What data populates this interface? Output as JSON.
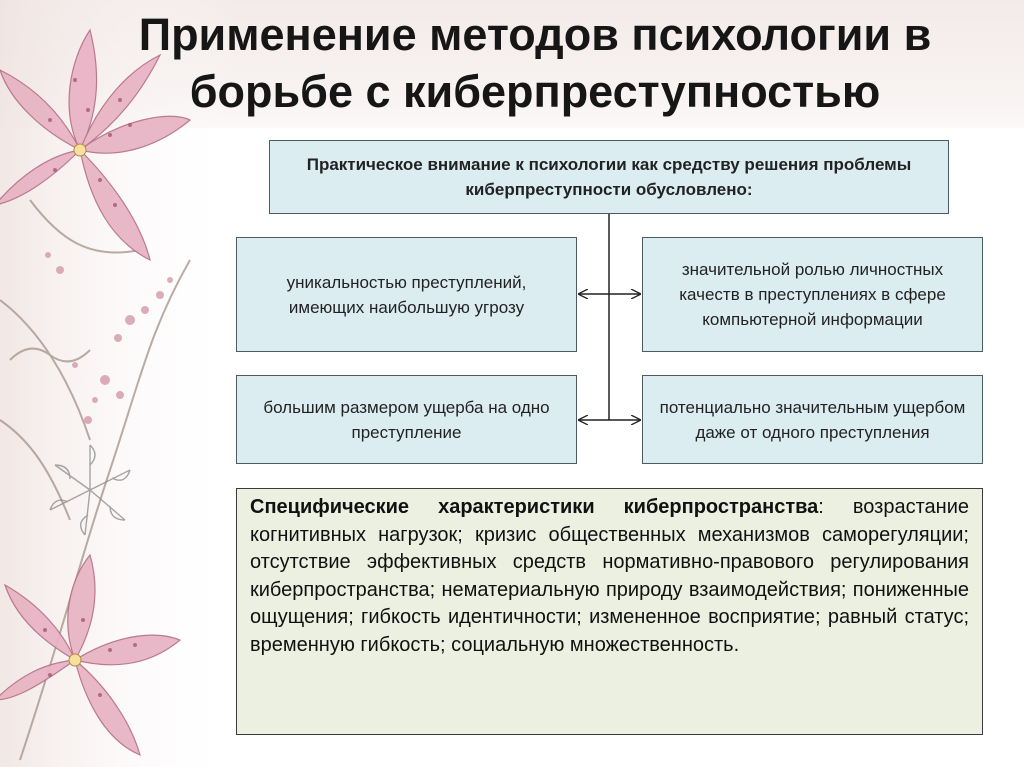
{
  "slide": {
    "title": "Применение методов психологии в борьбе с киберпреступностью"
  },
  "diagram": {
    "top_box": "Практическое внимание к психологии как средству решения проблемы киберпреступности обусловлено:",
    "left_boxes": [
      "уникальностью преступлений, имеющих наибольшую угрозу",
      "большим размером ущерба на одно преступление"
    ],
    "right_boxes": [
      "значительной ролью личностных качеств в преступлениях в сфере компьютерной информации",
      "потенциально значительным ущербом даже от одного преступления"
    ]
  },
  "specifics": {
    "heading": "Специфические характеристики киберпространства",
    "text": ": возрастание когнитивных нагрузок; кризис общественных механизмов саморегуляции; отсутствие эффективных средств нормативно-правового регулирования киберпространства; нематериальную природу взаимодействия; пониженные ощущения; гибкость идентичности; измененное восприятие; равный статус; временную гибкость; социальную множественность."
  },
  "colors": {
    "box_fill": "#dcedf2",
    "spec_fill": "#ebf0e1",
    "title_band": "#f3ebea",
    "flower_pink": "#e8b3c4"
  },
  "icons": [
    "lily-flower-decoration",
    "twig-decoration",
    "star-flower-decoration"
  ]
}
